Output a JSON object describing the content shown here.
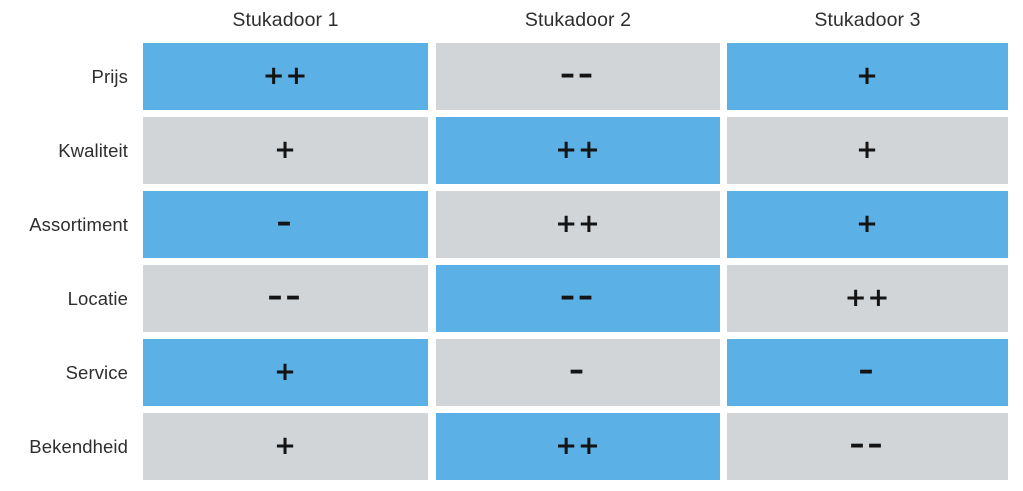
{
  "chart_data": {
    "type": "table",
    "title": "",
    "xlabel": "",
    "ylabel": "",
    "legend_position": "none",
    "grid": false,
    "columns": [
      "Stukadoor 1",
      "Stukadoor 2",
      "Stukadoor 3"
    ],
    "categories": [
      "Prijs",
      "Kwaliteit",
      "Assortiment",
      "Locatie",
      "Service",
      "Bekendheid"
    ],
    "cell_values": [
      [
        "++",
        "––",
        "+"
      ],
      [
        "+",
        "++",
        "+"
      ],
      [
        "–",
        "++",
        "+"
      ],
      [
        "––",
        "––",
        "++"
      ],
      [
        "+",
        "–",
        "–"
      ],
      [
        "+",
        "++",
        "––"
      ]
    ],
    "cell_highlight": [
      [
        "blue",
        "grey",
        "blue"
      ],
      [
        "grey",
        "blue",
        "grey"
      ],
      [
        "blue",
        "grey",
        "blue"
      ],
      [
        "grey",
        "blue",
        "grey"
      ],
      [
        "blue",
        "grey",
        "blue"
      ],
      [
        "grey",
        "blue",
        "grey"
      ]
    ],
    "colors": {
      "highlight": "#5BB0E5",
      "neutral": "#D1D5D8",
      "text": "#2e2e2e",
      "symbol": "#141414",
      "background": "#ffffff"
    },
    "scale_legend": [
      "++",
      "+",
      "–",
      "––"
    ]
  },
  "header": {
    "columns": [
      {
        "label": "Stukadoor 1"
      },
      {
        "label": "Stukadoor 2"
      },
      {
        "label": "Stukadoor 3"
      }
    ]
  },
  "rows": [
    {
      "label": "Prijs",
      "cells": [
        {
          "value": "++",
          "fill": "blue"
        },
        {
          "value": "––",
          "fill": "grey"
        },
        {
          "value": "+",
          "fill": "blue"
        }
      ]
    },
    {
      "label": "Kwaliteit",
      "cells": [
        {
          "value": "+",
          "fill": "grey"
        },
        {
          "value": "++",
          "fill": "blue"
        },
        {
          "value": "+",
          "fill": "grey"
        }
      ]
    },
    {
      "label": "Assortiment",
      "cells": [
        {
          "value": "–",
          "fill": "blue"
        },
        {
          "value": "++",
          "fill": "grey"
        },
        {
          "value": "+",
          "fill": "blue"
        }
      ]
    },
    {
      "label": "Locatie",
      "cells": [
        {
          "value": "––",
          "fill": "grey"
        },
        {
          "value": "––",
          "fill": "blue"
        },
        {
          "value": "++",
          "fill": "grey"
        }
      ]
    },
    {
      "label": "Service",
      "cells": [
        {
          "value": "+",
          "fill": "blue"
        },
        {
          "value": "–",
          "fill": "grey"
        },
        {
          "value": "–",
          "fill": "blue"
        }
      ]
    },
    {
      "label": "Bekendheid",
      "cells": [
        {
          "value": "+",
          "fill": "grey"
        },
        {
          "value": "++",
          "fill": "blue"
        },
        {
          "value": "––",
          "fill": "grey"
        }
      ]
    }
  ]
}
